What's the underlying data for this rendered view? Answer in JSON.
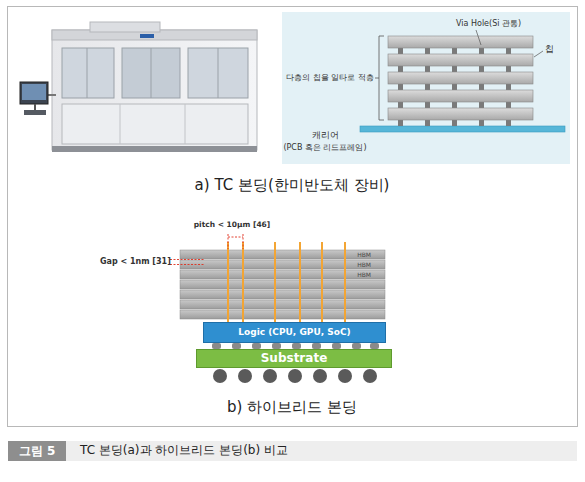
{
  "diagram": {
    "caption": "TC 본딩(a)과 하이브리드 본딩(b) 비교",
    "nodes": [
      {
        "text": [
          "HBM"
        ]
      },
      {
        "text": [
          "HBM"
        ]
      },
      {
        "text": [
          "HBM"
        ]
      },
      {
        "text": [
          "Logic (CPU, GPU, SoC)"
        ]
      },
      {
        "text": [
          "Substrate"
        ]
      },
      {
        "text": [
          "그림 5"
        ]
      }
    ],
    "labels": [
      "Via Hole(Si 관통)",
      "칩",
      "다층의 칩을 일타로 적층",
      "캐리어",
      "(PCB 혹은 리드프레임)",
      "a) TC 본딩(한미반도체 장비)",
      "pitch < 10μm [46]",
      "Gap < 1nm [31]",
      "b) 하이브리드 본딩"
    ]
  }
}
